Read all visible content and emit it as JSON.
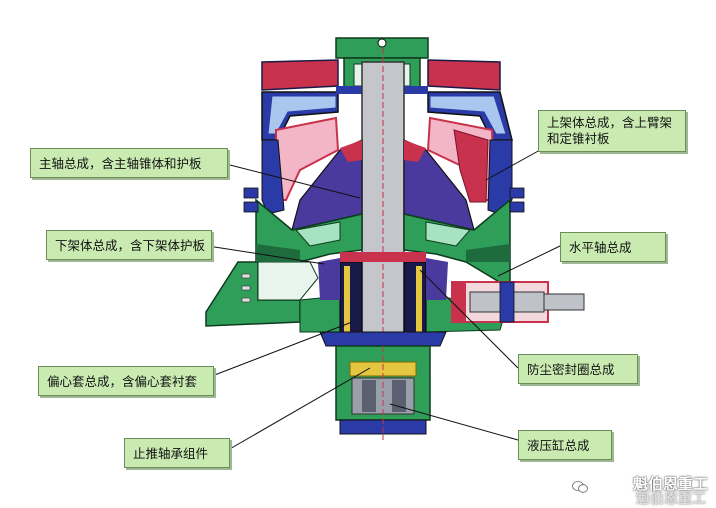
{
  "labels": {
    "main_shaft": "主轴总成，含主轴锥体和护板",
    "upper_frame": "上架体总成，含上臂架和定锥衬板",
    "lower_frame": "下架体总成，含下架体护板",
    "horizontal_shaft": "水平轴总成",
    "eccentric": "偏心套总成，含偏心套衬套",
    "dust_seal": "防尘密封圈总成",
    "thrust_bearing": "止推轴承组件",
    "hydraulic_cylinder": "液压缸总成"
  },
  "watermark": {
    "text": "魁伯恩重工",
    "text2": "魁伯恩重工"
  },
  "colors": {
    "label_bg": "#c9ebb2",
    "green_frame": "#2e9e58",
    "blue_frame": "#1e2f9a",
    "light_blue": "#a9c6ee",
    "red_liner": "#c8324c",
    "pink": "#f3b6c6",
    "shaft_gray": "#c4c6cc",
    "purple_mantle": "#4a3a9e"
  }
}
